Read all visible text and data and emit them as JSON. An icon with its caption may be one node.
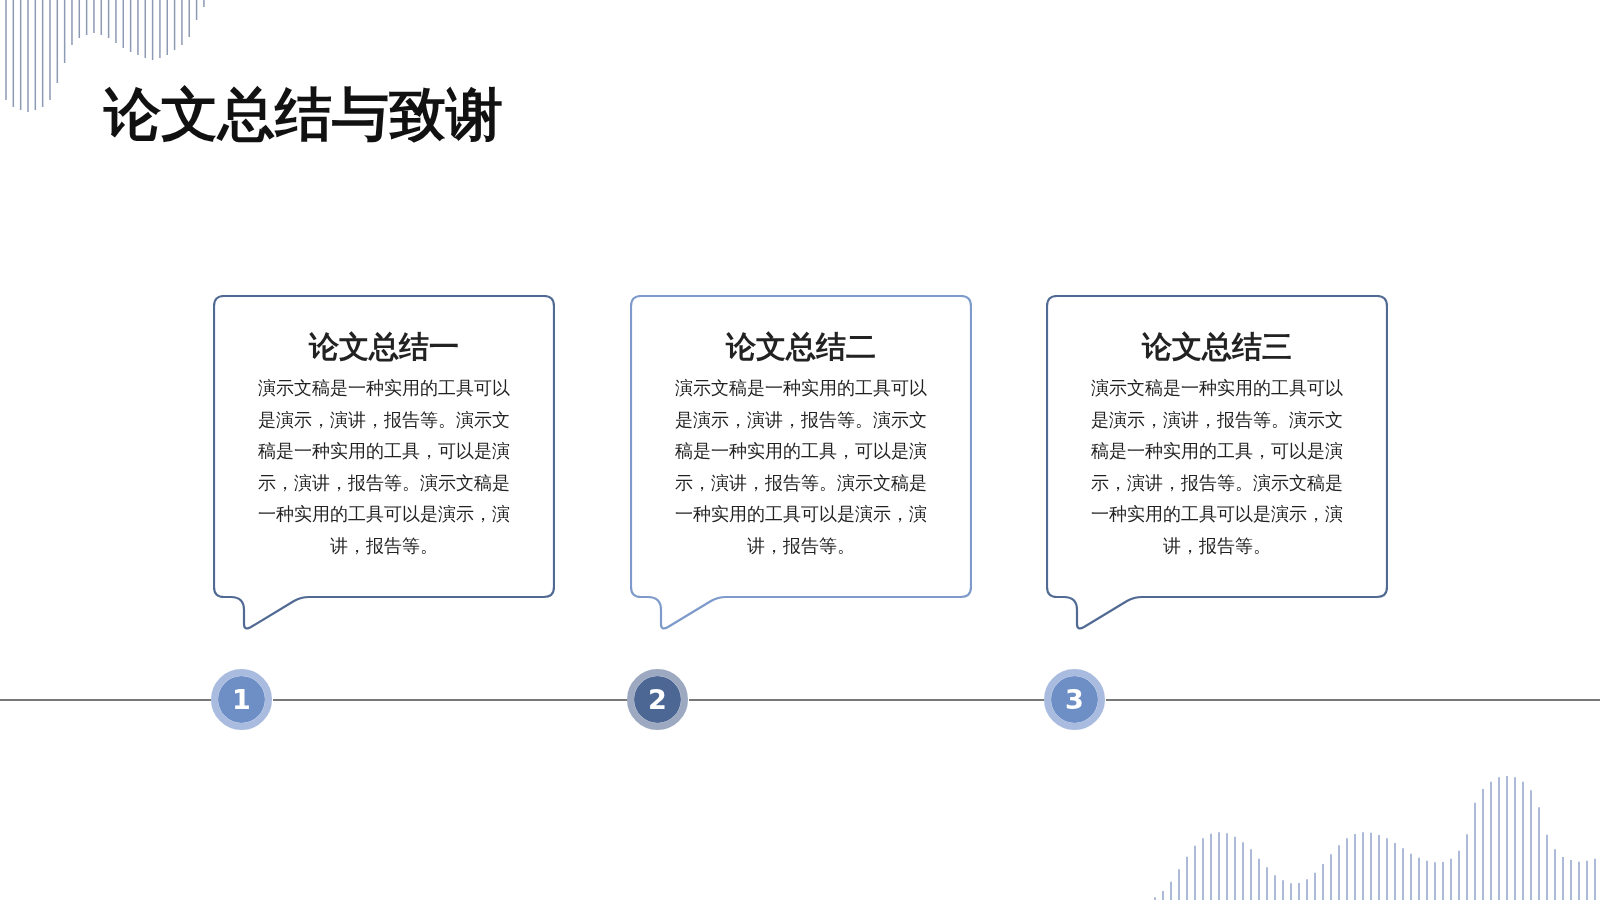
{
  "diagram": {
    "title": "论文总结与致谢",
    "nodes": [
      {
        "text": [
          "论文总结一",
          "演示文稿是一种实用的工具可以是演示，演讲，报告等。演示文稿是一种实用的工具，可以是演示，演讲，报告等。演示文稿是一种实用的工具可以是演示，演讲，报告等。"
        ]
      },
      {
        "text": [
          "论文总结二",
          "演示文稿是一种实用的工具可以是演示，演讲，报告等。演示文稿是一种实用的工具，可以是演示，演讲，报告等。演示文稿是一种实用的工具可以是演示，演讲，报告等。"
        ]
      },
      {
        "text": [
          "论文总结三",
          "演示文稿是一种实用的工具可以是演示，演讲，报告等。演示文稿是一种实用的工具，可以是演示，演讲，报告等。演示文稿是一种实用的工具可以是演示，演讲，报告等。"
        ]
      },
      {
        "text": [
          "1"
        ]
      },
      {
        "text": [
          "2"
        ]
      },
      {
        "text": [
          "3"
        ]
      }
    ],
    "edges": [
      {
        "from": null,
        "to": 3,
        "arrow": "none"
      },
      {
        "from": 3,
        "to": 4,
        "arrow": "none"
      },
      {
        "from": 4,
        "to": 5,
        "arrow": "none"
      },
      {
        "from": 5,
        "to": null,
        "arrow": "none"
      }
    ]
  }
}
